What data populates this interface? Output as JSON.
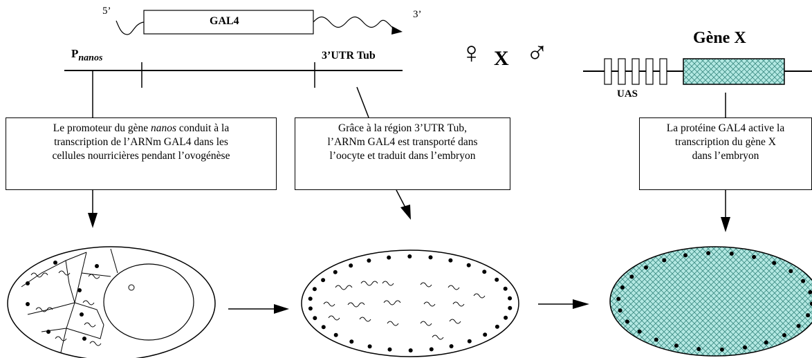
{
  "construct": {
    "five_prime": "5’",
    "three_prime": "3’",
    "gene_label": "GAL4",
    "promoter_prefix": "P",
    "promoter_subscript": "nanos",
    "utr_label": "3’UTR Tub"
  },
  "cross": {
    "female_symbol": "♀",
    "cross_symbol": "X",
    "male_symbol": "♂"
  },
  "target": {
    "gene_label": "Gène X",
    "uas_label": "UAS"
  },
  "boxes": {
    "box1": {
      "line1_a": "Le promoteur du gène ",
      "line1_em": "nanos",
      "line1_b": " conduit à la",
      "line2": "transcription de l’ARNm GAL4 dans les",
      "line3": "cellules nourricières pendant l’ovogénèse"
    },
    "box2": {
      "line1": "Grâce à la région 3’UTR Tub,",
      "line2": "l’ARNm GAL4 est transporté dans",
      "line3": "l’oocyte et traduit dans l’embryon"
    },
    "box3": {
      "line1": "La protéine GAL4 active la",
      "line2": "transcription du gène X",
      "line3": "dans l’embryon"
    }
  },
  "colors": {
    "hatch_fill": "#b3e8e2",
    "hatch_line": "#3a8a82"
  }
}
